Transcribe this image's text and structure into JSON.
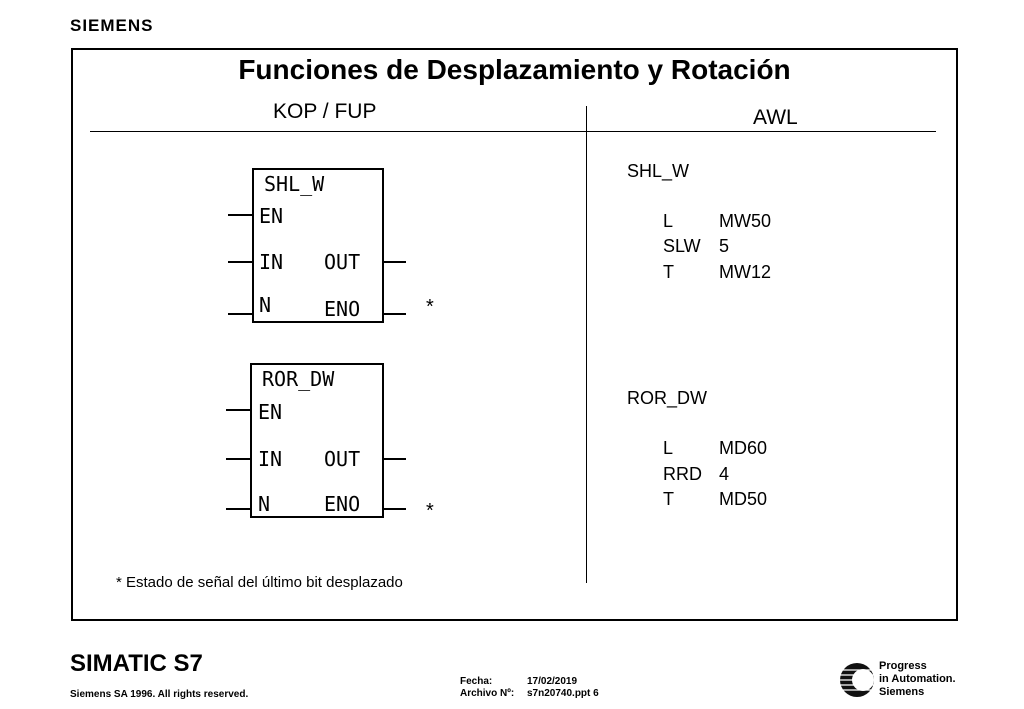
{
  "brand": "SIEMENS",
  "title": "Funciones de Desplazamiento y Rotación",
  "columns": {
    "left": "KOP / FUP",
    "right": "AWL"
  },
  "blocks": [
    {
      "name": "SHL_W",
      "pins": {
        "en": "EN",
        "in": "IN",
        "n": "N",
        "out": "OUT",
        "eno": "ENO"
      },
      "star": "*"
    },
    {
      "name": "ROR_DW",
      "pins": {
        "en": "EN",
        "in": "IN",
        "n": "N",
        "out": "OUT",
        "eno": "ENO"
      },
      "star": "*"
    }
  ],
  "awl": [
    {
      "heading": "SHL_W",
      "lines": [
        {
          "op": "L",
          "arg": "MW50"
        },
        {
          "op": "SLW",
          "arg": "5"
        },
        {
          "op": "T",
          "arg": "MW12"
        }
      ]
    },
    {
      "heading": "ROR_DW",
      "lines": [
        {
          "op": "L",
          "arg": "MD60"
        },
        {
          "op": "RRD",
          "arg": "4"
        },
        {
          "op": "T",
          "arg": "MD50"
        }
      ]
    }
  ],
  "note": "* Estado de señal del último bit desplazado",
  "footer": {
    "product": "SIMATIC S7",
    "copyright": "Siemens SA 1996. All rights reserved.",
    "date_label": "Fecha:",
    "date_value": "17/02/2019",
    "file_label": "Archivo Nº:",
    "file_value": "s7n20740.ppt 6",
    "slogan": [
      "Progress",
      "in Automation.",
      "Siemens"
    ]
  }
}
